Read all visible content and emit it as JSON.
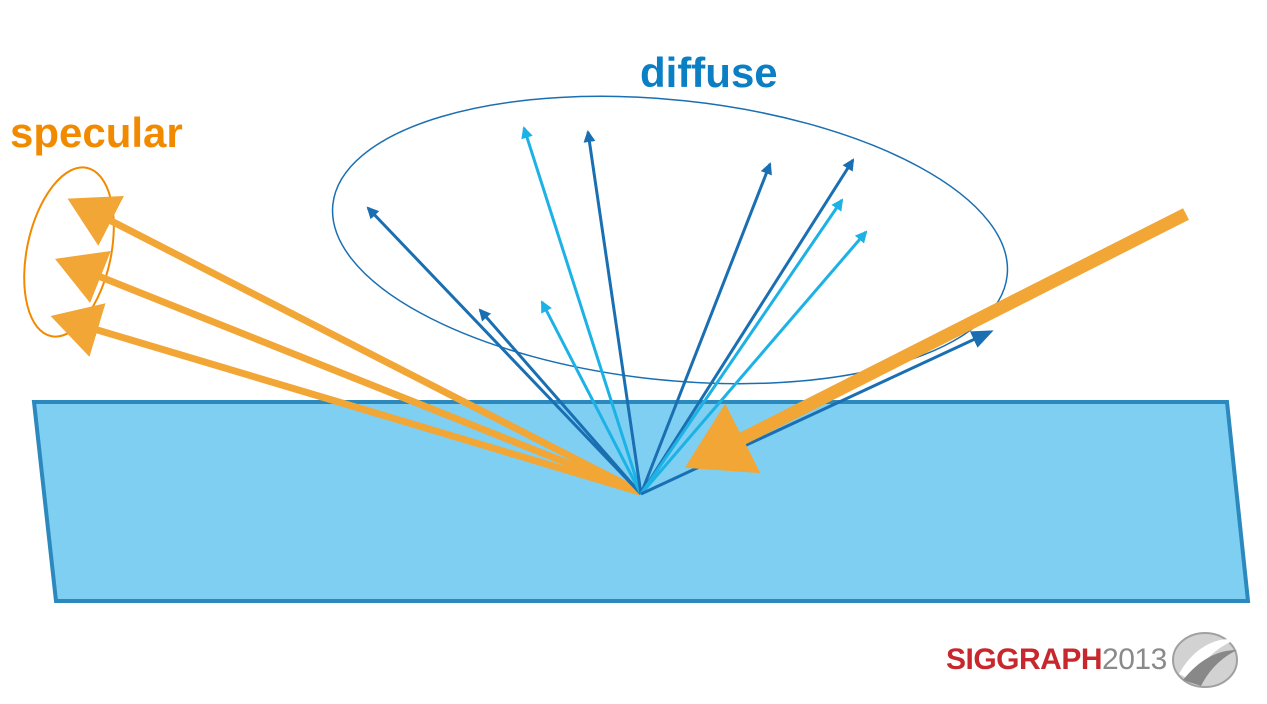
{
  "labels": {
    "specular": "specular",
    "diffuse": "diffuse"
  },
  "colors": {
    "specular": "#f28a00",
    "diffuse": "#0a7fc4",
    "surface_fill": "#7ecff2",
    "surface_stroke": "#2c89bd",
    "incident_ray": "#f2a635",
    "diffuse_dark": "#1a6fb2",
    "diffuse_light": "#1db2e5",
    "logo_red": "#c8282d",
    "logo_gray": "#8a8a8a"
  },
  "logo": {
    "name": "SIGGRAPH",
    "year": "2013"
  }
}
